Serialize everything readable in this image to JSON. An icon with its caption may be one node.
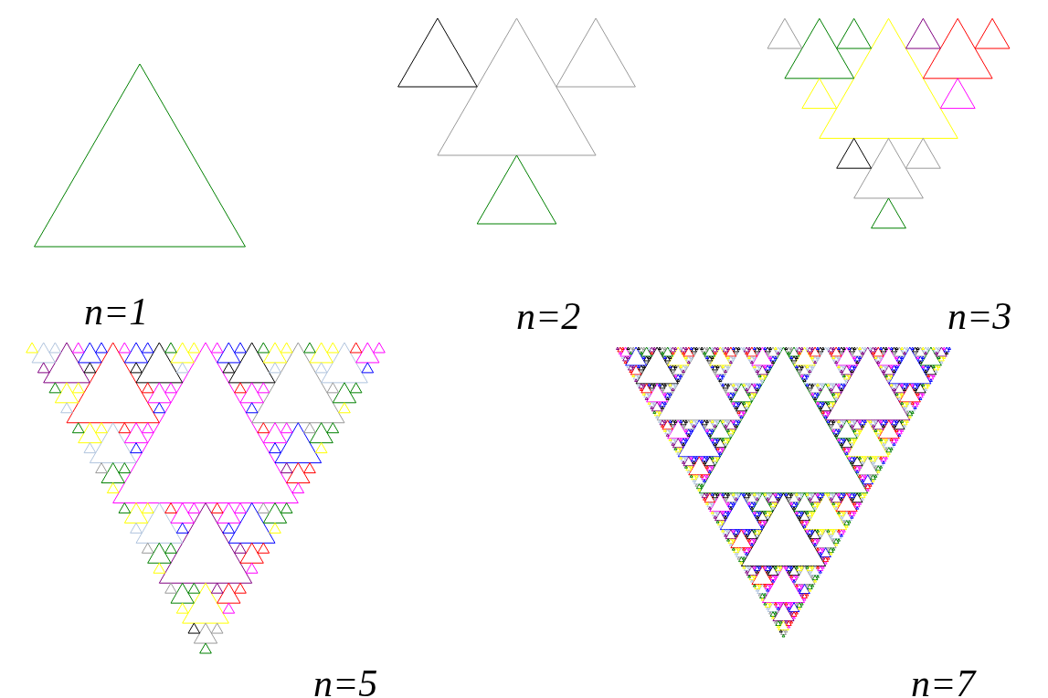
{
  "diagram": {
    "labels": [
      "n=1",
      "n=2",
      "n=3",
      "n=5",
      "n=7"
    ]
  }
}
